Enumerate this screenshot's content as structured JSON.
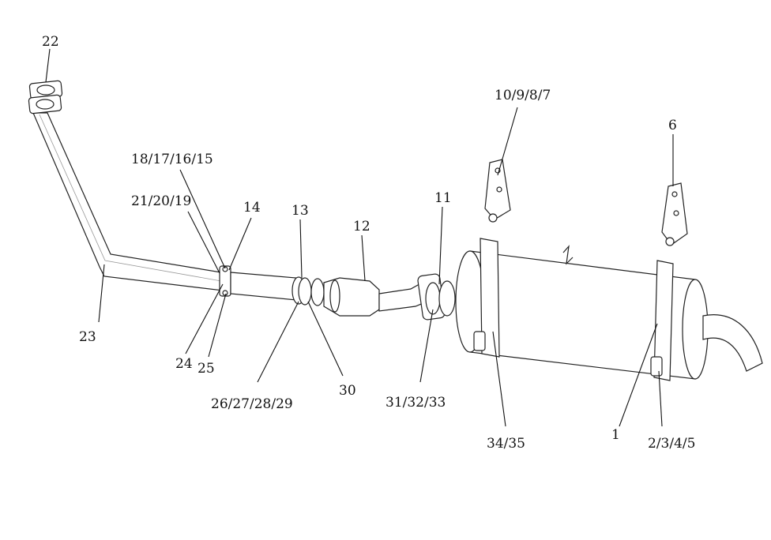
{
  "diagram": {
    "labels": {
      "l22": "22",
      "l10987": "10/9/8/7",
      "l6": "6",
      "l18171615": "18/17/16/15",
      "l212019": "21/20/19",
      "l14": "14",
      "l13": "13",
      "l12": "12",
      "l11": "11",
      "l23": "23",
      "l24": "24",
      "l25": "25",
      "l26272829": "26/27/28/29",
      "l30": "30",
      "l313233": "31/32/33",
      "l3435": "34/35",
      "l1": "1",
      "l2345": "2/3/4/5"
    },
    "colors": {
      "line": "#111111",
      "background": "#ffffff"
    }
  }
}
